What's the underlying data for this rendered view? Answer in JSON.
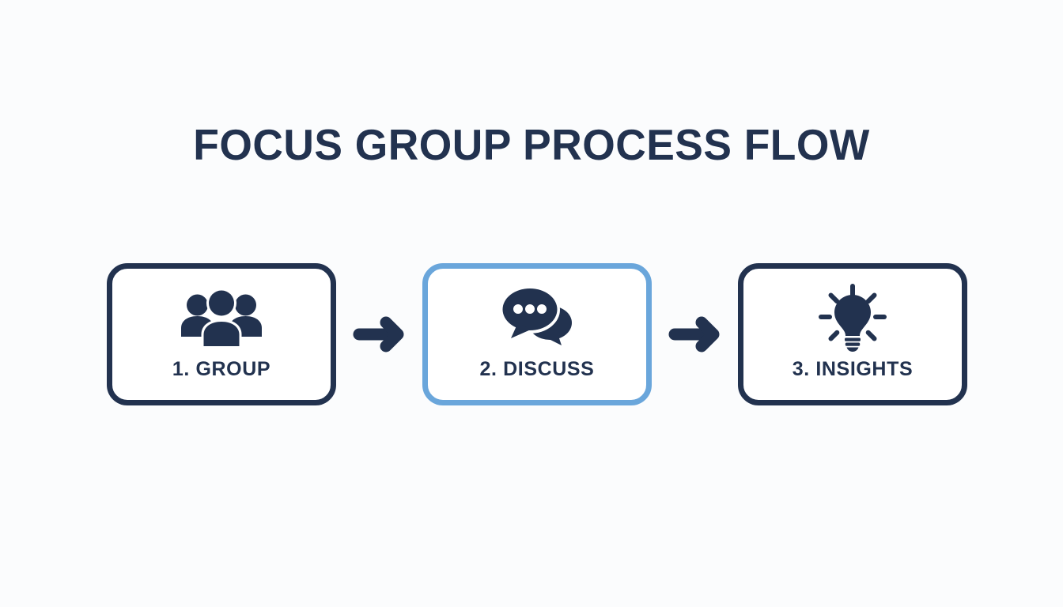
{
  "diagram": {
    "title": "FOCUS GROUP PROCESS FLOW",
    "background_color": "#fbfcfd",
    "accent_color": "#22324f",
    "highlight_color": "#6aa6db",
    "steps": [
      {
        "label": "1. GROUP",
        "icon": "group-people-icon",
        "state": "default",
        "border_color": "#22324f"
      },
      {
        "label": "2. DISCUSS",
        "icon": "chat-bubbles-icon",
        "state": "active",
        "border_color": "#6aa6db"
      },
      {
        "label": "3. INSIGHTS",
        "icon": "lightbulb-icon",
        "state": "default",
        "border_color": "#22324f"
      }
    ],
    "connectors": [
      {
        "icon": "arrow-right-icon",
        "color": "#22324f"
      },
      {
        "icon": "arrow-right-icon",
        "color": "#22324f"
      }
    ]
  }
}
